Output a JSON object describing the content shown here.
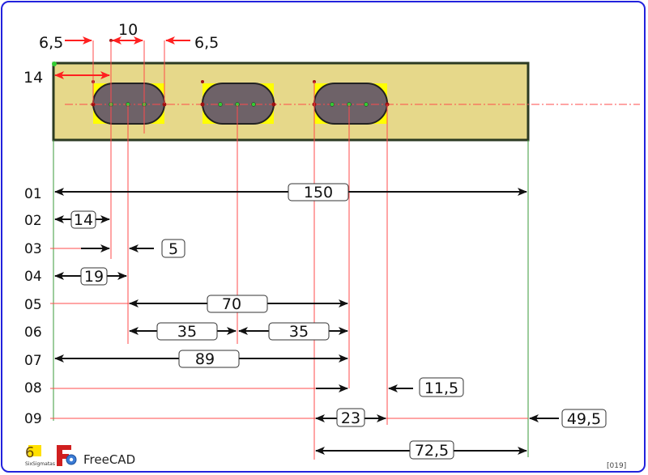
{
  "top_dims": {
    "left_gap": "6,5",
    "slot_width": "10",
    "right_gap": "6,5",
    "offset": "14"
  },
  "rows": [
    {
      "id": "01",
      "value": "150"
    },
    {
      "id": "02",
      "value": "14"
    },
    {
      "id": "03",
      "value": "5"
    },
    {
      "id": "04",
      "value": "19"
    },
    {
      "id": "05",
      "value": "70"
    },
    {
      "id": "06",
      "value": "35",
      "value2": "35"
    },
    {
      "id": "07",
      "value": "89"
    },
    {
      "id": "08",
      "value": "11,5"
    },
    {
      "id": "09",
      "value": "23",
      "value2": "49,5"
    },
    {
      "id": "",
      "value": "72,5"
    }
  ],
  "logos": {
    "sixsigma_digit": "6",
    "sixsigma_name": "SixSigmatas",
    "freecad": "FreeCAD"
  },
  "page_code": "[019]",
  "colors": {
    "plate": "#e6d88a",
    "plate_border": "#2b3a22",
    "slot_fill": "#6e6268",
    "highlight": "#ffff00",
    "ref_line": "#ff4b4b",
    "edge_line": "#3a9a3a",
    "frame": "#2222dd"
  }
}
